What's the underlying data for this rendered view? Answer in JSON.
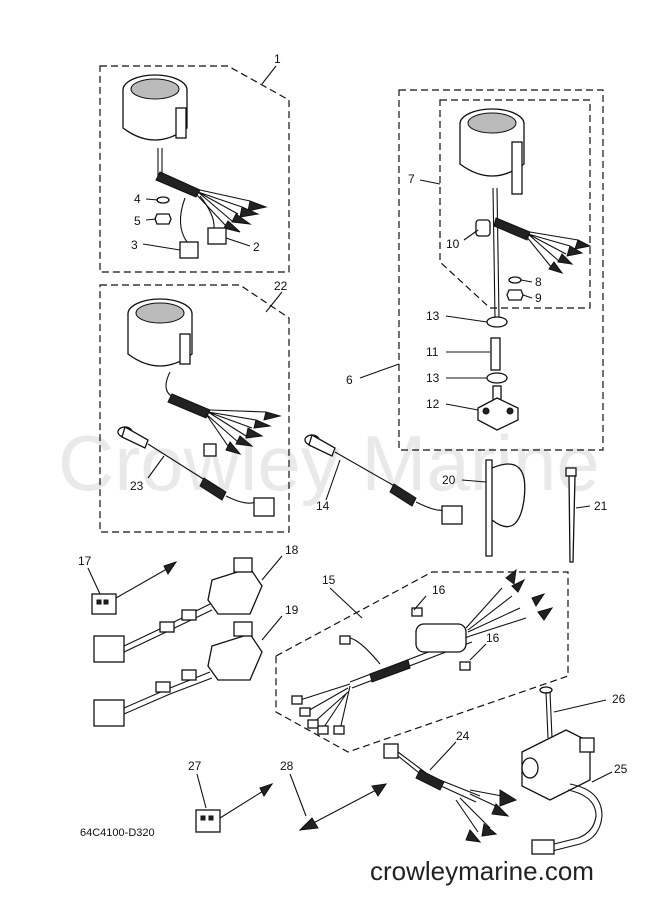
{
  "diagram_code": "64C4100-D320",
  "watermark": "Crowley Marine",
  "footer_brand": "crowleymarine.com",
  "callouts": [
    "1",
    "2",
    "3",
    "4",
    "5",
    "6",
    "7",
    "8",
    "9",
    "10",
    "11",
    "12",
    "13",
    "13",
    "14",
    "15",
    "16",
    "16",
    "17",
    "18",
    "19",
    "20",
    "21",
    "22",
    "23",
    "24",
    "25",
    "26",
    "27",
    "28"
  ]
}
